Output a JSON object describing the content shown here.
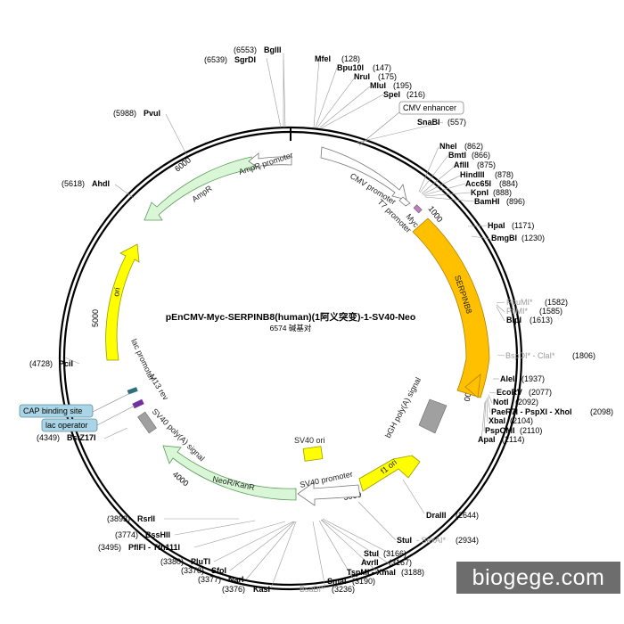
{
  "title": "pEnCMV-Myc-SERPINB8(human)(1阿义突变)-1-SV40-Neo",
  "subtitle": "6574 碱基对",
  "watermark": "biogege.com",
  "colors": {
    "ampr": "#d9f7d6",
    "ori": "#ffff00",
    "serpin": "#ffc000",
    "neo": "#d9f7d6",
    "grey": "#a0a0a0",
    "white_feature": "#ffffff",
    "myc": "#c07cc0",
    "box_blue": "#a9d5e6"
  },
  "sites": [
    {
      "name": "BglII",
      "pos": "(6553)"
    },
    {
      "name": "SgrDI",
      "pos": "(6539)"
    },
    {
      "name": "MfeI",
      "pos": "(128)"
    },
    {
      "name": "Bpu10I",
      "pos": "(147)"
    },
    {
      "name": "NruI",
      "pos": "(175)"
    },
    {
      "name": "MluI",
      "pos": "(195)"
    },
    {
      "name": "SpeI",
      "pos": "(216)"
    },
    {
      "name": "SnaBI",
      "pos": "(557)"
    },
    {
      "name": "NheI",
      "pos": "(862)"
    },
    {
      "name": "BmtI",
      "pos": "(866)"
    },
    {
      "name": "AflII",
      "pos": "(875)"
    },
    {
      "name": "HindIII",
      "pos": "(878)"
    },
    {
      "name": "Acc65I",
      "pos": "(884)"
    },
    {
      "name": "KpnI",
      "pos": "(888)"
    },
    {
      "name": "BamHI",
      "pos": "(896)"
    },
    {
      "name": "HpaI",
      "pos": "(1171)"
    },
    {
      "name": "BmgBI",
      "pos": "(1230)"
    },
    {
      "name": "PpuMI*",
      "pos": "(1582)"
    },
    {
      "name": "PflMI*",
      "pos": "(1585)"
    },
    {
      "name": "BlpI",
      "pos": "(1613)"
    },
    {
      "name": "BspDI* - ClaI*",
      "pos": "(1806)"
    },
    {
      "name": "AleI",
      "pos": "(1937)"
    },
    {
      "name": "EcoRV",
      "pos": "(2077)"
    },
    {
      "name": "NotI",
      "pos": "(2092)"
    },
    {
      "name": "PaeR7I - PspXI - XhoI",
      "pos": "(2098)"
    },
    {
      "name": "XbaI",
      "pos": "(2104)"
    },
    {
      "name": "PspOMI",
      "pos": "(2110)"
    },
    {
      "name": "ApaI",
      "pos": "(2114)"
    },
    {
      "name": "DraIII",
      "pos": "(2644)"
    },
    {
      "name": "StuI",
      "pos": "(2934)"
    },
    {
      "name": "- SexAI*",
      "pos": ""
    },
    {
      "name": "StuI",
      "pos": "(3166)"
    },
    {
      "name": "AvrII",
      "pos": "(3167)"
    },
    {
      "name": "TspMI - XmaI",
      "pos": "(3188)"
    },
    {
      "name": "SmaI",
      "pos": "(3190)"
    },
    {
      "name": "BsaBI*",
      "pos": "(3236)"
    },
    {
      "name": "KasI",
      "pos": "(3376)"
    },
    {
      "name": "NarI",
      "pos": "(3377)"
    },
    {
      "name": "SfoI",
      "pos": "(3378)"
    },
    {
      "name": "PluTI",
      "pos": "(3380)"
    },
    {
      "name": "PflFI - Tth111I",
      "pos": "(3495)"
    },
    {
      "name": "BssHII",
      "pos": "(3774)"
    },
    {
      "name": "RsrII",
      "pos": "(3893)"
    },
    {
      "name": "BstZ17I",
      "pos": "(4349)"
    },
    {
      "name": "PciI",
      "pos": "(4728)"
    },
    {
      "name": "AhdI",
      "pos": "(5618)"
    },
    {
      "name": "PvuI",
      "pos": "(5988)"
    }
  ],
  "features": {
    "cmv_enhancer": "CMV enhancer",
    "cmv_promoter": "CMV promoter",
    "t7_promoter": "T7 promoter",
    "myc": "Myc",
    "serpinb8": "SERPINB8",
    "bgh": "bGH poly(A) signal",
    "f1_ori": "f1 ori",
    "sv40_promoter": "SV40 promoter",
    "sv40_ori": "SV40 ori",
    "neo": "NeoR/KanR",
    "sv40_polya": "SV40 poly(A) signal",
    "cap": "CAP binding site",
    "lac_operator": "lac operator",
    "lac_promoter": "lac promoter",
    "m13_rev": "M13 rev",
    "ori": "ori",
    "ampr": "AmpR",
    "ampr_promoter": "AmpR promoter"
  },
  "ticks": [
    "1000",
    "2000",
    "3000",
    "4000",
    "5000",
    "6000"
  ]
}
